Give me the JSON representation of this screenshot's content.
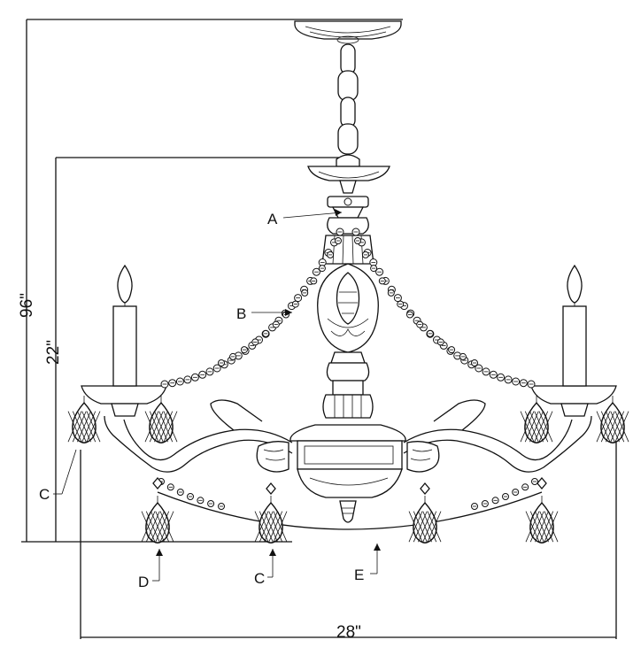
{
  "dimensions": {
    "overall_height": "96\"",
    "body_height": "22\"",
    "width": "28\""
  },
  "callouts": {
    "A": "A",
    "B": "B",
    "C_left": "C",
    "C_bottom": "C",
    "D": "D",
    "E": "E"
  }
}
